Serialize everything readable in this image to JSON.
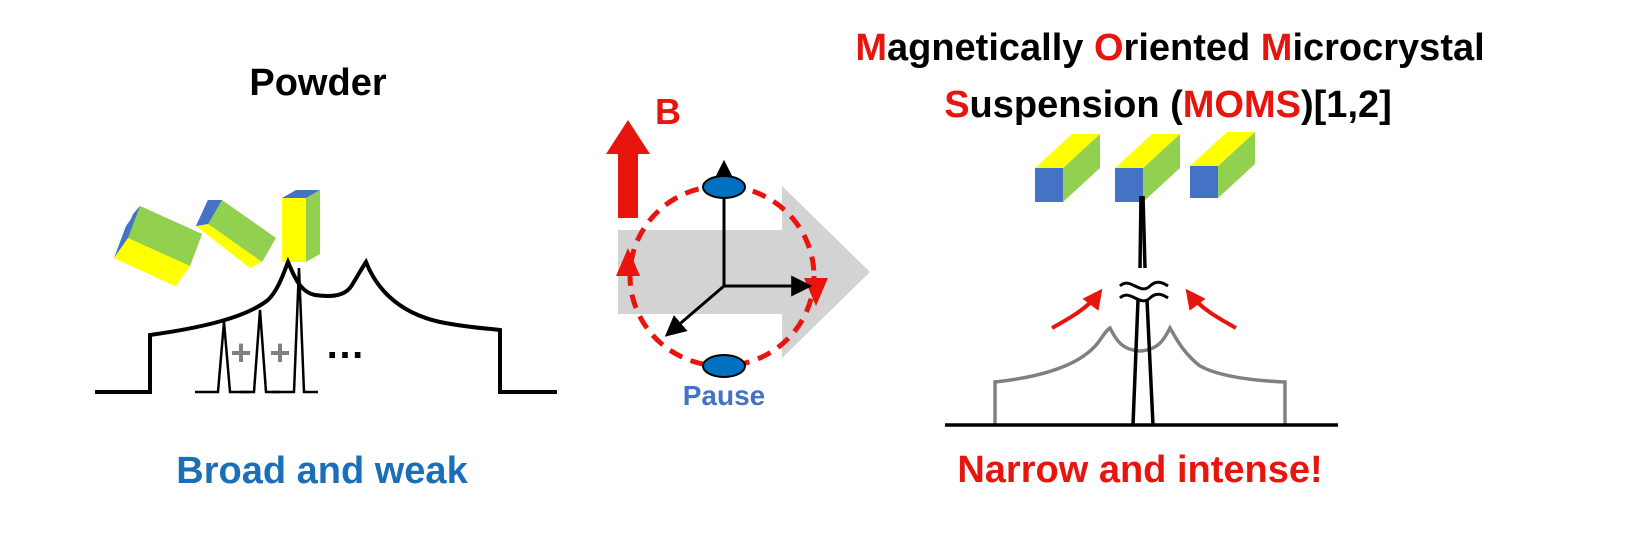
{
  "colors": {
    "red": "#e8140e",
    "blue": "#1a6fb8",
    "black": "#000000",
    "gray_arrow": "#d3d3d3",
    "gray_line": "#808080",
    "cube_yellow": "#ffff00",
    "cube_green": "#92d050",
    "cube_blue": "#4472c4",
    "ellipse_fill": "#0070c0"
  },
  "powder": {
    "title": "Powder",
    "caption": "Broad and weak",
    "plus_glyphs": [
      "+",
      "+"
    ],
    "ellipsis": "…"
  },
  "rotation": {
    "field_label": "B",
    "pause_label": "Pause"
  },
  "moms": {
    "title_line1": [
      {
        "text": "M",
        "color": "red"
      },
      {
        "text": "agnetically ",
        "color": "black"
      },
      {
        "text": "O",
        "color": "red"
      },
      {
        "text": "riented ",
        "color": "black"
      },
      {
        "text": "M",
        "color": "red"
      },
      {
        "text": "icrocrystal",
        "color": "black"
      }
    ],
    "title_line2": [
      {
        "text": "S",
        "color": "red"
      },
      {
        "text": "uspension (",
        "color": "black"
      },
      {
        "text": "MOMS",
        "color": "red"
      },
      {
        "text": ")[1,2]",
        "color": "black"
      }
    ],
    "caption": "Narrow and intense!"
  }
}
